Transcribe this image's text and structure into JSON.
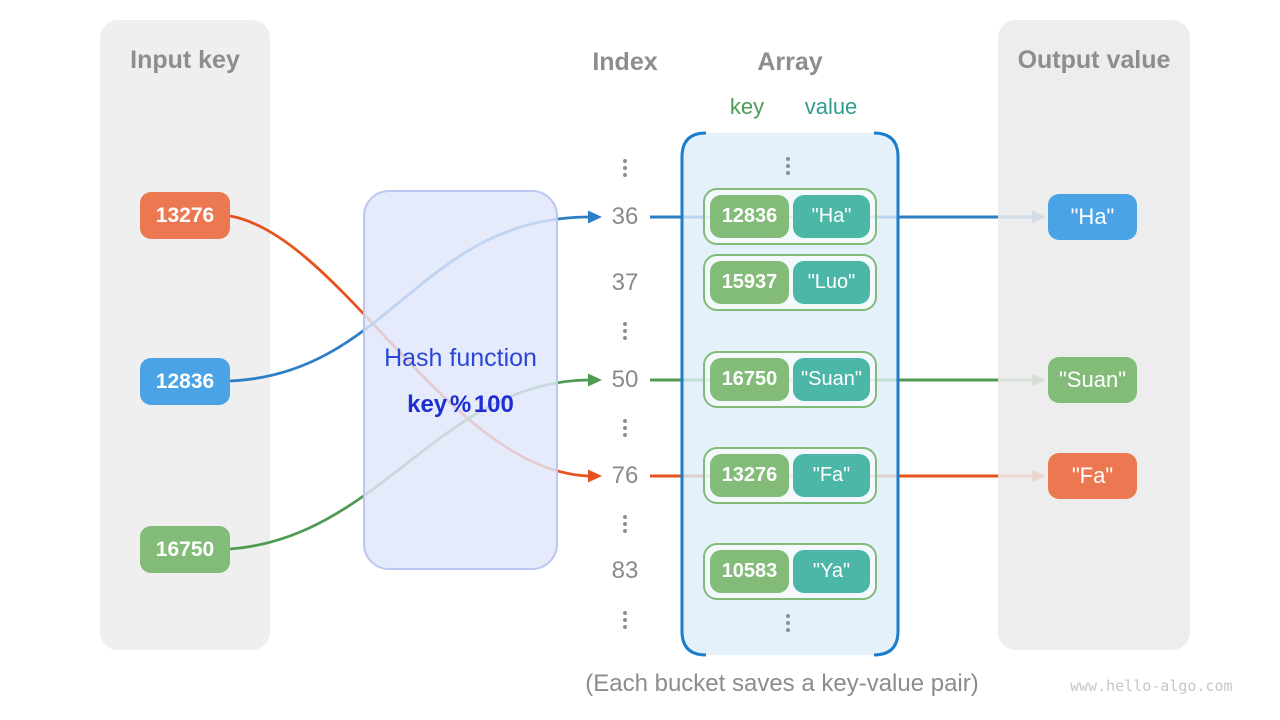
{
  "diagram": {
    "caption": "(Each bucket saves a key-value pair)",
    "watermark": "www.hello-algo.com"
  },
  "panels": {
    "input": {
      "title": "Input key",
      "keys": [
        {
          "value": "13276",
          "color": "#ec7852"
        },
        {
          "value": "12836",
          "color": "#49a3e5"
        },
        {
          "value": "16750",
          "color": "#83bb78"
        }
      ]
    },
    "output": {
      "title": "Output value",
      "values": [
        {
          "text": "\"Ha\"",
          "color": "#49a3e5"
        },
        {
          "text": "\"Suan\"",
          "color": "#83bb78"
        },
        {
          "text": "\"Fa\"",
          "color": "#ec7852"
        }
      ]
    }
  },
  "hash_function": {
    "label": "Hash function",
    "formula": "key % 100"
  },
  "index_column": {
    "title": "Index",
    "values": [
      "36",
      "37",
      "50",
      "76",
      "83"
    ]
  },
  "array": {
    "title": "Array",
    "key_label": "key",
    "value_label": "value",
    "buckets": [
      {
        "key": "12836",
        "value": "\"Ha\""
      },
      {
        "key": "15937",
        "value": "\"Luo\""
      },
      {
        "key": "16750",
        "value": "\"Suan\""
      },
      {
        "key": "13276",
        "value": "\"Fa\""
      },
      {
        "key": "10583",
        "value": "\"Ya\""
      }
    ]
  },
  "colors": {
    "panel_gray": "#efefef",
    "header_text": "#8d8d8d",
    "orange": "#ec7852",
    "blue": "#49a3e5",
    "green": "#83bb78",
    "teal": "#4cb6a7",
    "arrow_blue": "#2d7fc5",
    "arrow_green": "#4e9b51",
    "arrow_orange": "#e6531f",
    "array_border": "#1c7dcb",
    "hash_bg": "#e0e7fa",
    "hash_border": "#bcc6f2",
    "hash_text": "#2b46d9"
  }
}
